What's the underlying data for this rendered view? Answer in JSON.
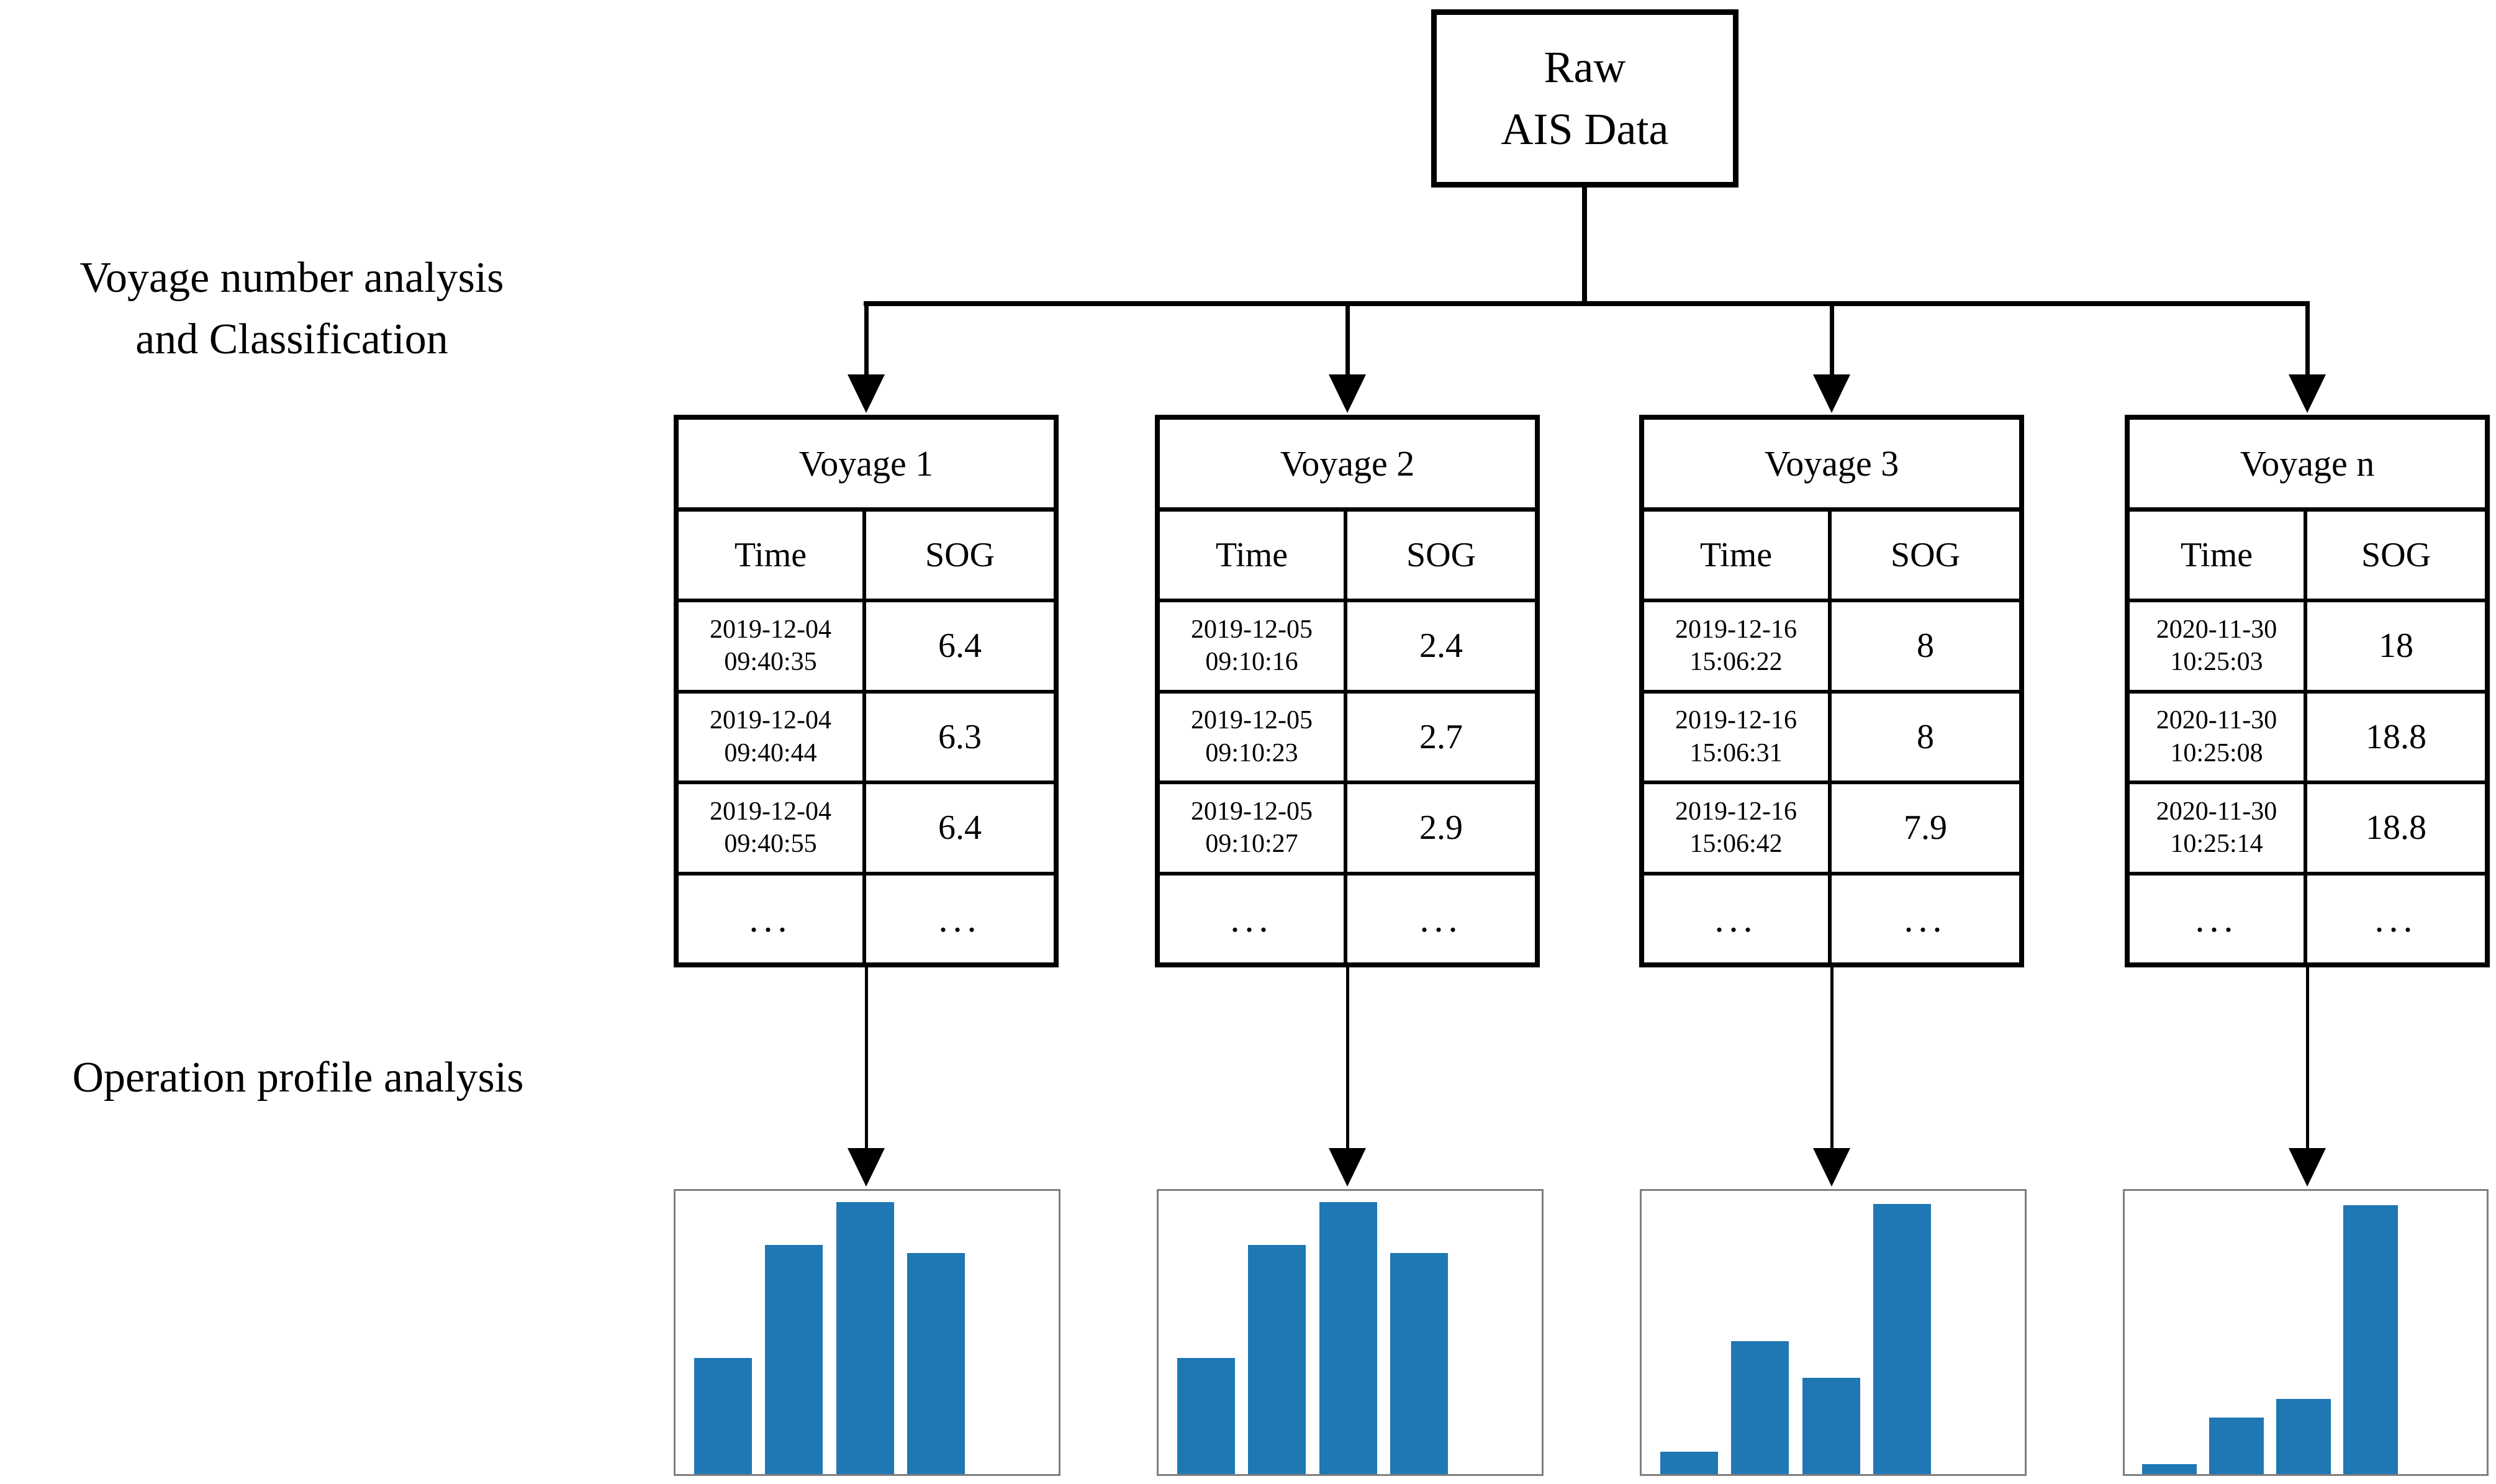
{
  "colors": {
    "bar_fill": "#1f77b4",
    "connector": "#000000",
    "chart_border": "#7f7f7f",
    "table_border": "#000000",
    "background": "#ffffff"
  },
  "root_box": {
    "line1": "Raw",
    "line2": "AIS Data"
  },
  "side_labels": {
    "voyage_analysis_line1": "Voyage number analysis",
    "voyage_analysis_line2": "and Classification",
    "operation_profile": "Operation profile analysis"
  },
  "tables": [
    {
      "title": "Voyage 1",
      "col_time": "Time",
      "col_sog": "SOG",
      "rows": [
        {
          "date": "2019-12-04",
          "time": "09:40:35",
          "sog": "6.4"
        },
        {
          "date": "2019-12-04",
          "time": "09:40:44",
          "sog": "6.3"
        },
        {
          "date": "2019-12-04",
          "time": "09:40:55",
          "sog": "6.4"
        }
      ],
      "ellipsis": {
        "time": "...",
        "sog": "..."
      }
    },
    {
      "title": "Voyage 2",
      "col_time": "Time",
      "col_sog": "SOG",
      "rows": [
        {
          "date": "2019-12-05",
          "time": "09:10:16",
          "sog": "2.4"
        },
        {
          "date": "2019-12-05",
          "time": "09:10:23",
          "sog": "2.7"
        },
        {
          "date": "2019-12-05",
          "time": "09:10:27",
          "sog": "2.9"
        }
      ],
      "ellipsis": {
        "time": "...",
        "sog": "..."
      }
    },
    {
      "title": "Voyage 3",
      "col_time": "Time",
      "col_sog": "SOG",
      "rows": [
        {
          "date": "2019-12-16",
          "time": "15:06:22",
          "sog": "8"
        },
        {
          "date": "2019-12-16",
          "time": "15:06:31",
          "sog": "8"
        },
        {
          "date": "2019-12-16",
          "time": "15:06:42",
          "sog": "7.9"
        }
      ],
      "ellipsis": {
        "time": "...",
        "sog": "..."
      }
    },
    {
      "title": "Voyage n",
      "col_time": "Time",
      "col_sog": "SOG",
      "rows": [
        {
          "date": "2020-11-30",
          "time": "10:25:03",
          "sog": "18"
        },
        {
          "date": "2020-11-30",
          "time": "10:25:08",
          "sog": "18.8"
        },
        {
          "date": "2020-11-30",
          "time": "10:25:14",
          "sog": "18.8"
        }
      ],
      "ellipsis": {
        "time": "...",
        "sog": "..."
      }
    }
  ],
  "chart_data": [
    {
      "type": "bar",
      "categories": [
        "",
        "",
        "",
        ""
      ],
      "values": [
        0.41,
        0.81,
        0.96,
        0.78
      ],
      "ylim": [
        0,
        1
      ],
      "title": "",
      "xlabel": "",
      "ylabel": ""
    },
    {
      "type": "bar",
      "categories": [
        "",
        "",
        "",
        ""
      ],
      "values": [
        0.41,
        0.81,
        0.96,
        0.78
      ],
      "ylim": [
        0,
        1
      ],
      "title": "",
      "xlabel": "",
      "ylabel": ""
    },
    {
      "type": "bar",
      "categories": [
        "",
        "",
        "",
        ""
      ],
      "values": [
        0.08,
        0.47,
        0.34,
        0.955
      ],
      "ylim": [
        0,
        1
      ],
      "title": "",
      "xlabel": "",
      "ylabel": ""
    },
    {
      "type": "bar",
      "categories": [
        "",
        "",
        "",
        ""
      ],
      "values": [
        0.035,
        0.2,
        0.265,
        0.95
      ],
      "ylim": [
        0,
        1
      ],
      "title": "",
      "xlabel": "",
      "ylabel": ""
    }
  ]
}
